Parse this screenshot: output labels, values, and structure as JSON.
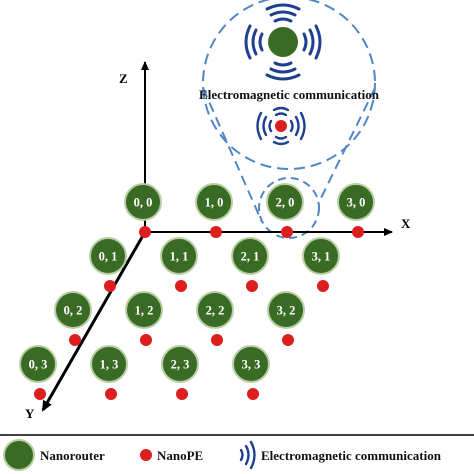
{
  "diagram": {
    "axes": {
      "x": "X",
      "y": "Y",
      "z": "Z"
    },
    "callout_label": "Electromagnetic communication",
    "nodes": [
      {
        "label": "0, 0",
        "col": 0,
        "row": 0
      },
      {
        "label": "1, 0",
        "col": 1,
        "row": 0
      },
      {
        "label": "2, 0",
        "col": 2,
        "row": 0
      },
      {
        "label": "3, 0",
        "col": 3,
        "row": 0
      },
      {
        "label": "0, 1",
        "col": 0,
        "row": 1
      },
      {
        "label": "1, 1",
        "col": 1,
        "row": 1
      },
      {
        "label": "2, 1",
        "col": 2,
        "row": 1
      },
      {
        "label": "3, 1",
        "col": 3,
        "row": 1
      },
      {
        "label": "0, 2",
        "col": 0,
        "row": 2
      },
      {
        "label": "1, 2",
        "col": 1,
        "row": 2
      },
      {
        "label": "2, 2",
        "col": 2,
        "row": 2
      },
      {
        "label": "3, 2",
        "col": 3,
        "row": 2
      },
      {
        "label": "0, 3",
        "col": 0,
        "row": 3
      },
      {
        "label": "1, 3",
        "col": 1,
        "row": 3
      },
      {
        "label": "2, 3",
        "col": 2,
        "row": 3
      },
      {
        "label": "3, 3",
        "col": 3,
        "row": 3
      }
    ],
    "highlighted_node": "2, 0"
  },
  "legend": {
    "nanorouter": "Nanorouter",
    "nanope": "NanoPE",
    "em": "Electromagnetic communication"
  },
  "colors": {
    "router_fill": "#3a6b25",
    "router_stroke": "#b9cfa6",
    "nanope": "#dd1e1e",
    "wave": "#1f3f8f",
    "callout": "#4f86c6",
    "axis": "#000000"
  }
}
